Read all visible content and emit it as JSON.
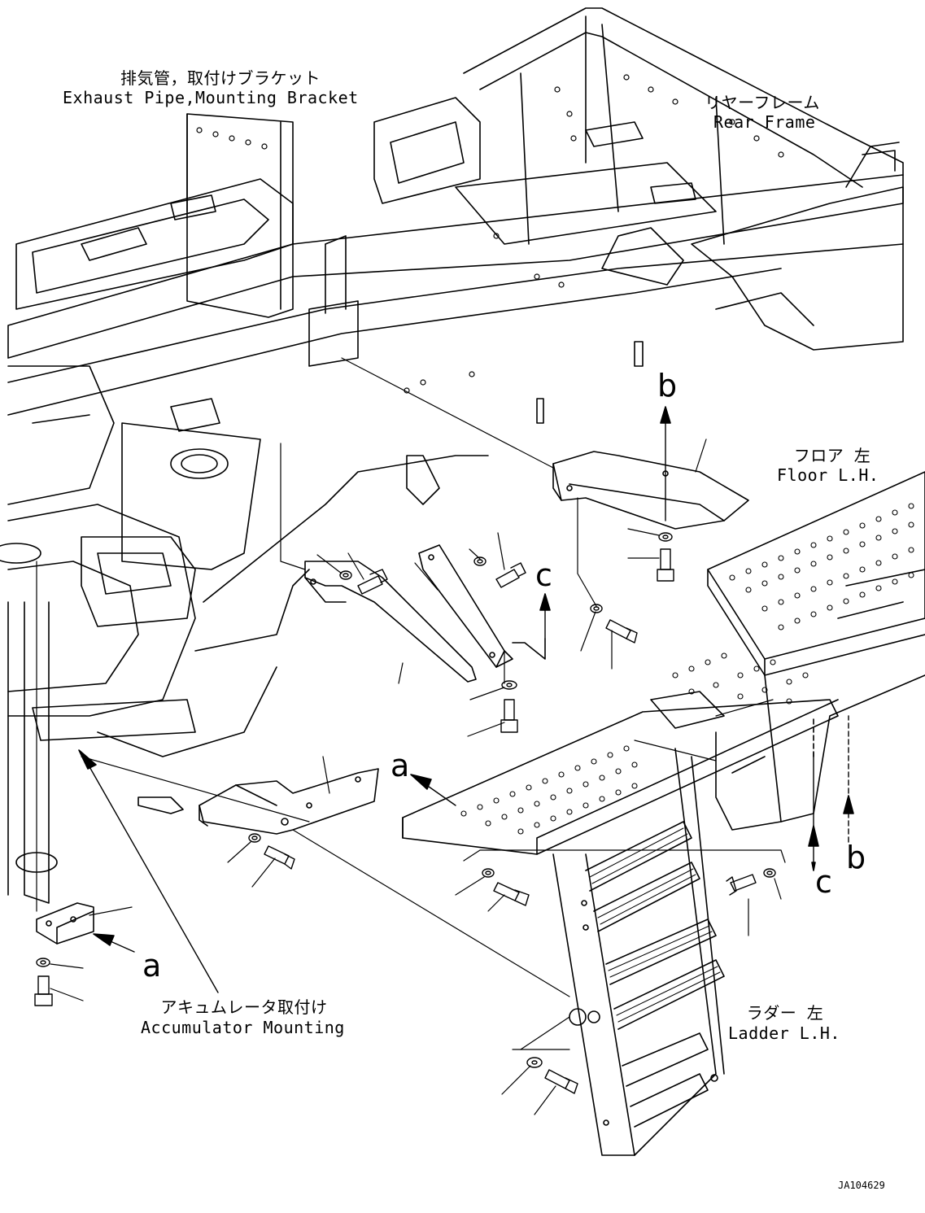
{
  "labels": {
    "exhaust_jp": "排気管，取付けブラケット",
    "exhaust_en": "Exhaust Pipe,Mounting Bracket",
    "rear_frame_jp": "リヤーフレーム",
    "rear_frame_en": "Rear Frame",
    "floor_jp": "フロア 左",
    "floor_en": "Floor L.H.",
    "accumulator_jp": "アキュムレータ取付け",
    "accumulator_en": "Accumulator Mounting",
    "ladder_jp": "ラダー 左",
    "ladder_en": "Ladder L.H."
  },
  "reference_letters": {
    "a": "a",
    "b": "b",
    "c": "c"
  },
  "drawing_code": "JA104629"
}
